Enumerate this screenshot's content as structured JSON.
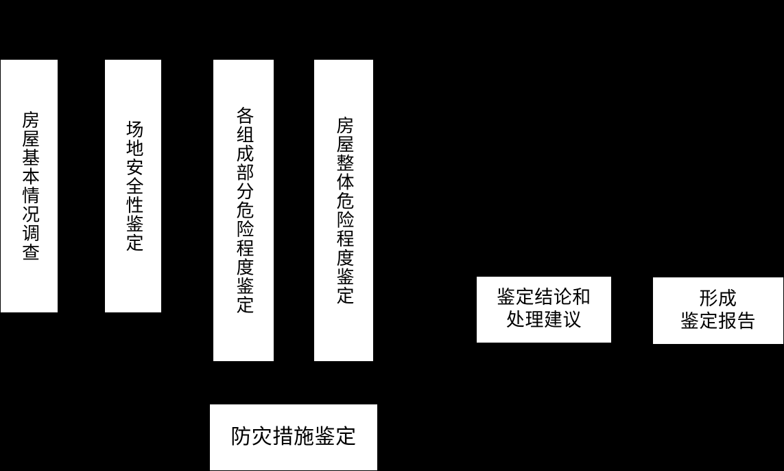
{
  "diagram": {
    "background_color": "#000000",
    "node_fill_color": "#ffffff",
    "node_text_color": "#000000",
    "nodes": [
      {
        "id": "house-basic-survey",
        "label": "房屋基本情况调查",
        "orientation": "vertical"
      },
      {
        "id": "site-safety-appraisal",
        "label": "场地安全性鉴定",
        "orientation": "vertical"
      },
      {
        "id": "component-danger-appraisal",
        "label": "各组成部分危险程度鉴定",
        "orientation": "vertical"
      },
      {
        "id": "overall-danger-appraisal",
        "label": "房屋整体危险程度鉴定",
        "orientation": "vertical"
      },
      {
        "id": "conclusion-and-advice",
        "label": "鉴定结论和\n处理建议",
        "orientation": "horizontal"
      },
      {
        "id": "form-appraisal-report",
        "label": "形成\n鉴定报告",
        "orientation": "horizontal"
      },
      {
        "id": "disaster-prevention",
        "label": "防灾措施鉴定",
        "orientation": "horizontal"
      }
    ]
  }
}
